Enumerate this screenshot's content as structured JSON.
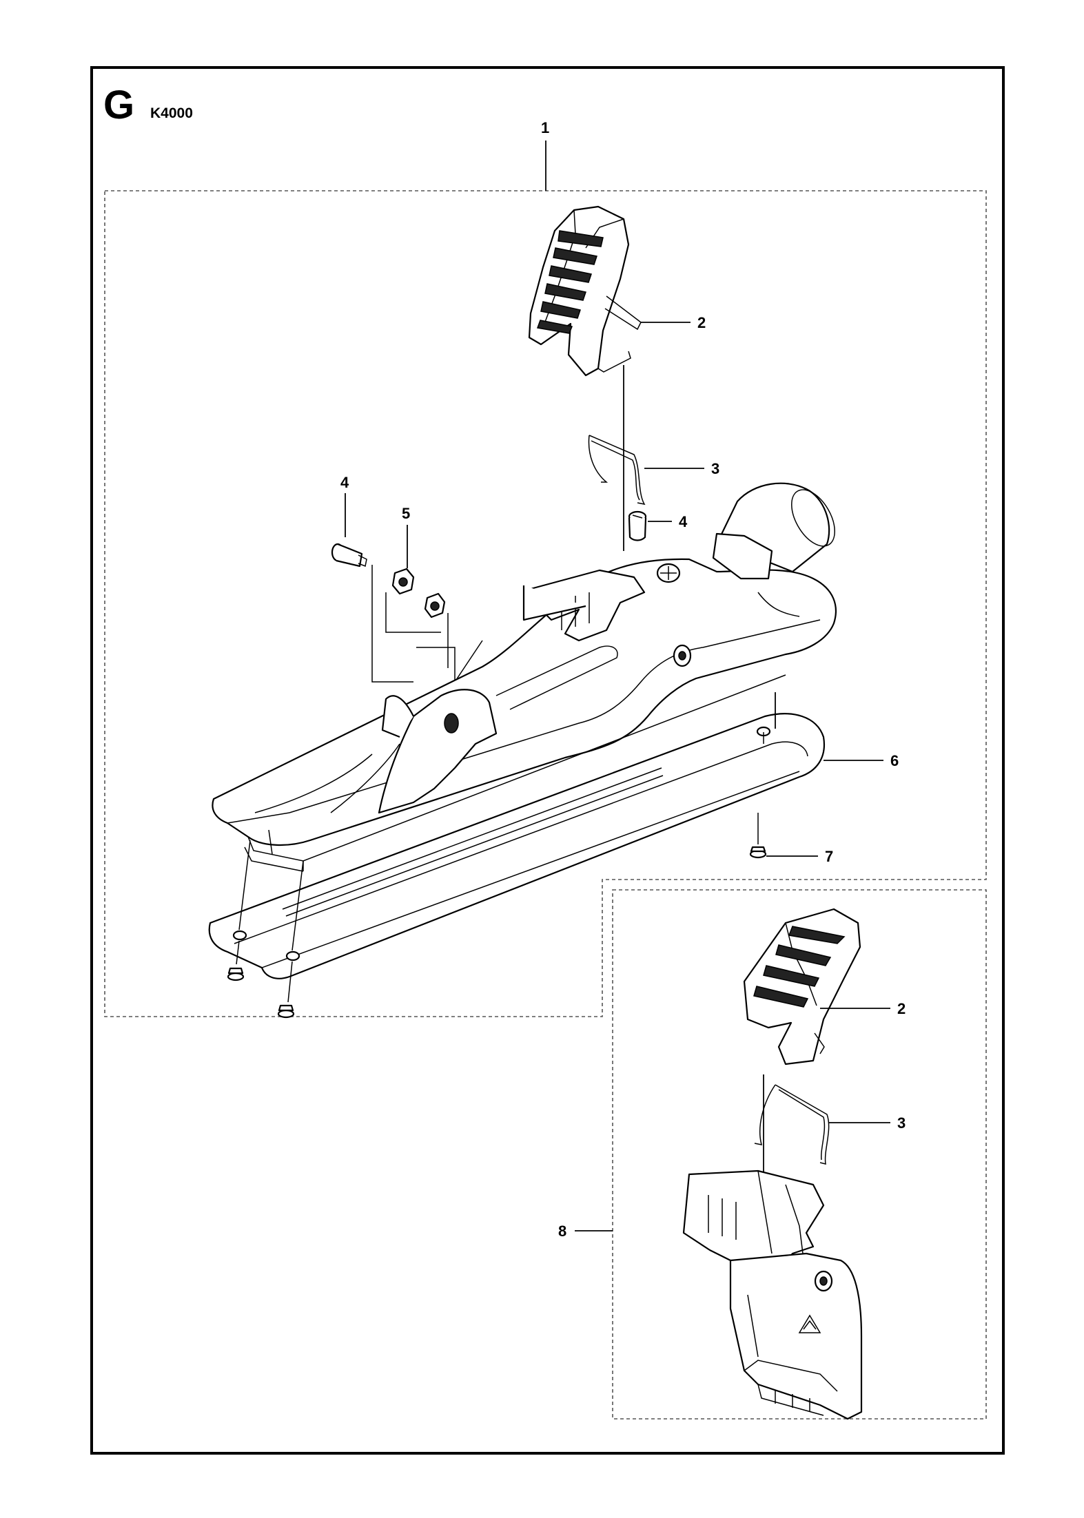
{
  "header": {
    "section_letter": "G",
    "model": "K4000"
  },
  "callouts": {
    "c1": "1",
    "c2_top": "2",
    "c3_top": "3",
    "c4_right": "4",
    "c4_left": "4",
    "c5": "5",
    "c6": "6",
    "c7": "7",
    "c2_detail": "2",
    "c3_detail": "3",
    "c8": "8"
  }
}
